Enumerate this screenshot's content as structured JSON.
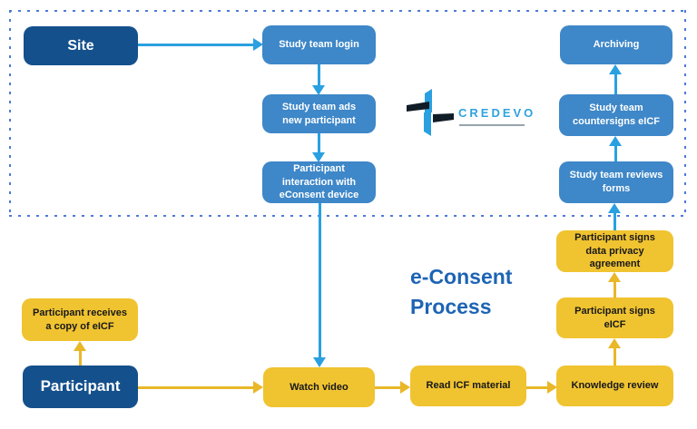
{
  "diagram_title": "e-Consent Process",
  "brand": {
    "wordmark": "CREDEVO",
    "icon": "pinwheel-icon"
  },
  "colors": {
    "dark_blue_box": "#14508c",
    "medium_blue_box": "#3e87c8",
    "blue_arrow": "#2aa0e0",
    "yellow_box": "#f0c330",
    "yellow_arrow": "#e9b728",
    "title_blue": "#1d64b4",
    "brand_blue": "#2fa3df",
    "dashed_border": "#4c7bd9"
  },
  "nodes": {
    "site": "Site",
    "study_team_login": "Study team login",
    "study_team_ads_new_participant": "Study team ads new participant",
    "participant_interaction": "Participant interaction with eConsent device",
    "archiving": "Archiving",
    "study_team_countersigns_eicf": "Study team countersigns eICF",
    "study_team_reviews_forms": "Study team reviews forms",
    "participant_signs_privacy": "Participant signs data privacy agreement",
    "participant_signs_eicf": "Participant signs eICF",
    "knowledge_review": "Knowledge review",
    "read_icf_material": "Read ICF material",
    "watch_video": "Watch video",
    "participant": "Participant",
    "participant_receives_copy": "Participant receives a copy of eICF"
  }
}
